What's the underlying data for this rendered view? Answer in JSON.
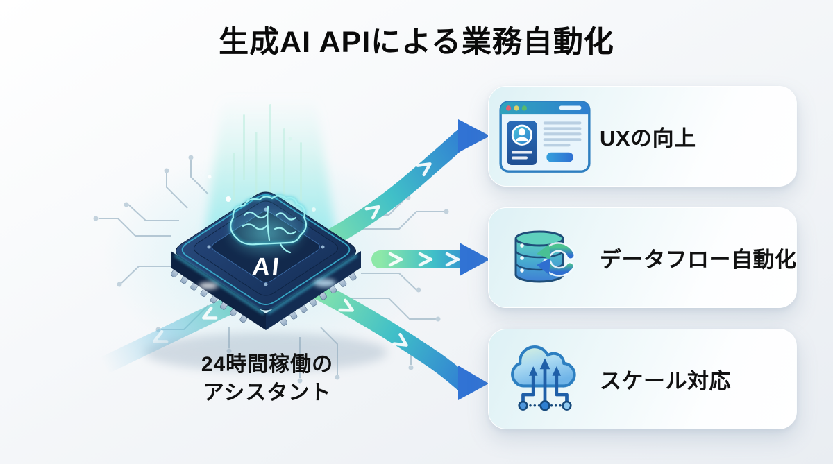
{
  "title": "生成AI APIによる業務自動化",
  "chip": {
    "label": "AI",
    "caption_line1": "24時間稼働の",
    "caption_line2": "アシスタント"
  },
  "cards": [
    {
      "label": "UXの向上",
      "icon": "browser-window-icon"
    },
    {
      "label": "データフロー自動化",
      "icon": "database-sync-icon"
    },
    {
      "label": "スケール対応",
      "icon": "cloud-scale-icon"
    }
  ],
  "colors": {
    "arrow_green": "#8de8a8",
    "arrow_teal": "#40bfc8",
    "arrow_blue": "#2f78d4",
    "chip_navy": "#1d3a66",
    "accent_cyan": "#6fe3e8",
    "card_bg": "#e6f5f8"
  }
}
